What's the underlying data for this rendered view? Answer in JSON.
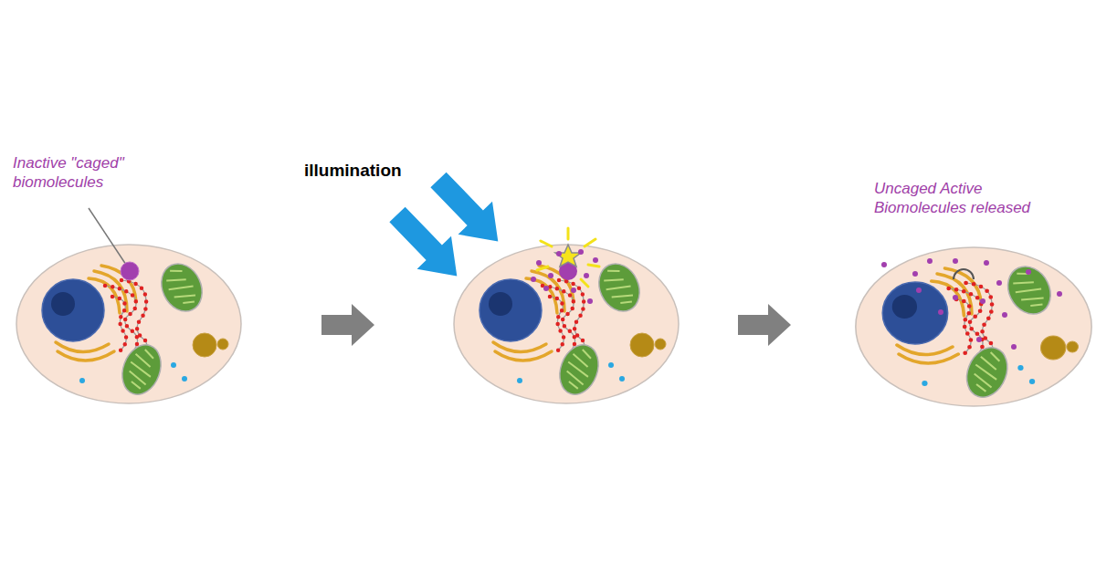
{
  "diagram": {
    "labels": [
      "Inactive \"caged\" biomolecules",
      "illumination",
      "Uncaged Active Biomolecules released"
    ]
  }
}
